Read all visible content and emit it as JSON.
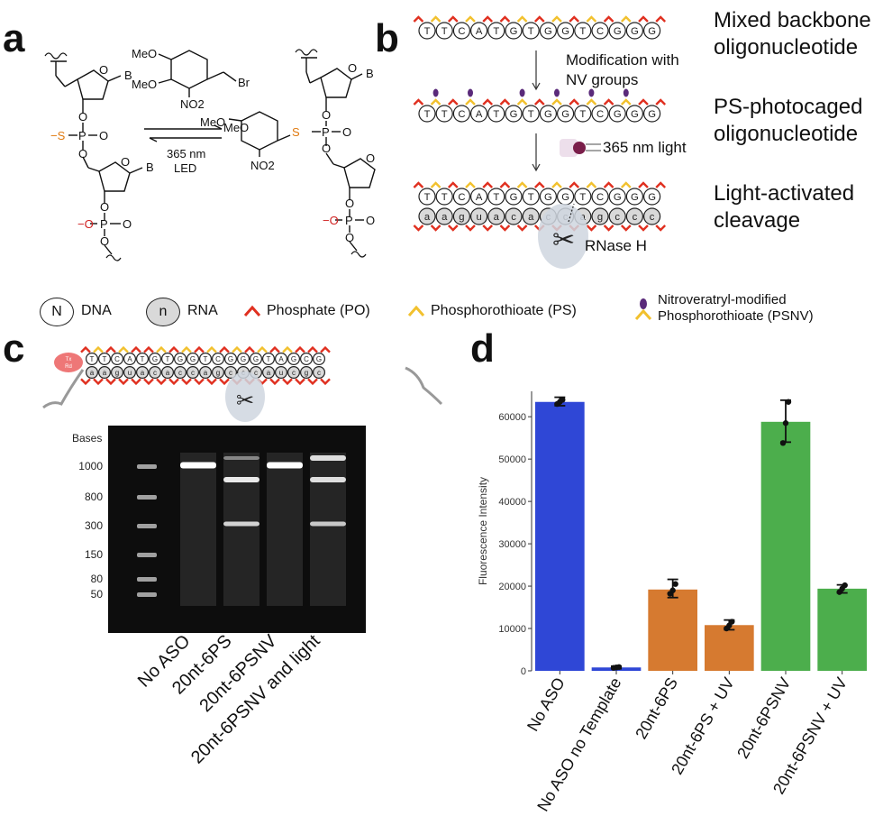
{
  "panels": {
    "a": "a",
    "b": "b",
    "c": "c",
    "d": "d"
  },
  "panel_a": {
    "reagent_groups": [
      "MeO",
      "MeO",
      "Br",
      "NO2"
    ],
    "product_groups": [
      "MeO",
      "MeO",
      "NO2"
    ],
    "arrow_label_1": "365 nm",
    "arrow_label_2": "LED",
    "atoms": {
      "s": "S",
      "o": "O",
      "p": "P",
      "b": "B",
      "minus_s": "−S",
      "minus_o": "−O"
    }
  },
  "panel_b": {
    "sequence": [
      "T",
      "T",
      "C",
      "A",
      "T",
      "G",
      "T",
      "G",
      "G",
      "T",
      "C",
      "G",
      "G",
      "G"
    ],
    "rna_sequence": [
      "a",
      "a",
      "g",
      "u",
      "a",
      "c",
      "a",
      "c",
      "c",
      "a",
      "g",
      "c",
      "c",
      "c"
    ],
    "row1_label": [
      "Mixed backbone",
      "oligonucleotide"
    ],
    "step1": [
      "Modification with",
      "NV groups"
    ],
    "row2_label": [
      "PS-photocaged",
      "oligonucleotide"
    ],
    "step2": "365 nm light",
    "row3_label": [
      "Light-activated",
      "cleavage"
    ],
    "enzyme": "RNase H"
  },
  "legend": {
    "dna_symbol": "N",
    "dna": "DNA",
    "rna_symbol": "n",
    "rna": "RNA",
    "po": "Phosphate (PO)",
    "ps": "Phosphorothioate (PS)",
    "psnv": [
      "Nitroveratryl-modified",
      "Phosphorothioate (PSNV)"
    ]
  },
  "panel_c": {
    "dye_label": [
      "Tx",
      "Rd"
    ],
    "top_sequence": [
      "T",
      "T",
      "C",
      "A",
      "T",
      "G",
      "T",
      "G",
      "G",
      "T",
      "C",
      "G",
      "G",
      "G",
      "T",
      "A",
      "G",
      "C",
      "G"
    ],
    "bottom_sequence": [
      "a",
      "a",
      "g",
      "u",
      "a",
      "c",
      "a",
      "c",
      "c",
      "a",
      "g",
      "c",
      "c",
      "c",
      "a",
      "u",
      "c",
      "g",
      "c"
    ],
    "gel_header": "Bases",
    "ladder": [
      "1000",
      "800",
      "300",
      "150",
      "80",
      "50"
    ],
    "lanes": [
      "No ASO",
      "20nt-6PS",
      "20nt-6PSNV",
      "20nt-6PSNV and light"
    ]
  },
  "chart_data": {
    "type": "bar",
    "ylabel": "Fluorescence Intensity",
    "ylim": [
      0,
      66000
    ],
    "yticks": [
      0,
      10000,
      20000,
      30000,
      40000,
      50000,
      60000
    ],
    "categories": [
      "No ASO",
      "No ASO no Template",
      "20nt-6PS",
      "20nt-6PS + UV",
      "20nt-6PSNV",
      "20nt-6PSNV + UV"
    ],
    "values": [
      63500,
      800,
      19200,
      10800,
      58800,
      19400
    ],
    "error_low": [
      62600,
      500,
      17300,
      9700,
      54000,
      18400
    ],
    "error_high": [
      64600,
      1100,
      21600,
      12000,
      63900,
      20300
    ],
    "points": [
      [
        63000,
        63500,
        64000
      ],
      [
        700,
        800,
        900
      ],
      [
        18200,
        19000,
        20500
      ],
      [
        10000,
        10700,
        11600
      ],
      [
        53800,
        58500,
        63500
      ],
      [
        18600,
        19400,
        20200
      ]
    ],
    "colors": [
      "#2f47d6",
      "#2f47d6",
      "#d67a30",
      "#d67a30",
      "#4cae4c",
      "#4cae4c"
    ]
  },
  "colors": {
    "po": "#e03020",
    "ps": "#f2c12e",
    "nv": "#5a2a7a",
    "rna": "#d9d9d9"
  }
}
